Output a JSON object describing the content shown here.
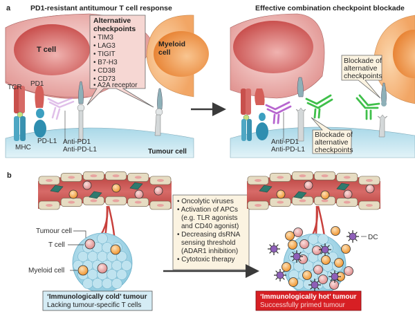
{
  "panel_a": {
    "letter": "a",
    "left_title": "PD1-resistant antitumour T cell response",
    "right_title": "Effective combination checkpoint blockade",
    "t_cell_label": "T cell",
    "myeloid_label_line1": "Myeloid",
    "myeloid_label_line2": "cell",
    "tumour_cell_label": "Tumour cell",
    "tcr_label": "TCR",
    "pd1_label": "PD1",
    "mhc_label": "MHC",
    "pdl1_label": "PD-L1",
    "anti_pd1_label": "Anti-PD1",
    "anti_pdl1_label": "Anti-PD-L1",
    "alt_checkpoints": {
      "title_line1": "Alternative",
      "title_line2": "checkpoints",
      "items": [
        "• TIM3",
        "• LAG3",
        "• TIGIT",
        "• B7-H3",
        "• CD38",
        "• CD73",
        "• A2A receptor"
      ]
    },
    "blockade_callout_top": [
      "Blockade of",
      "alternative",
      "checkpoints"
    ],
    "blockade_callout_bottom": [
      "Blockade of",
      "alternative",
      "checkpoints"
    ]
  },
  "panel_b": {
    "letter": "b",
    "tumour_cell_label": "Tumour cell",
    "t_cell_label": "T cell",
    "myeloid_cell_label": "Myeloid cell",
    "dc_label": "DC",
    "interventions": [
      "• Oncolytic viruses",
      "• Activation of APCs",
      "  (e.g. TLR agonists",
      "  and CD40 agonist)",
      "• Decreasing dsRNA",
      "  sensing threshold",
      "  (ADAR1 inhibition)",
      "• Cytotoxic therapy"
    ],
    "cold_box": {
      "title": "‘Immunologically cold’ tumour",
      "subtitle": "Lacking tumour-specific T cells"
    },
    "hot_box": {
      "title": "‘Immunologically hot’ tumour",
      "subtitle": "Successfully primed tumour"
    }
  },
  "colors": {
    "t_cell": "#e8a3a0",
    "t_cell_nucleus": "#d0605e",
    "myeloid": "#f4b27a",
    "myeloid_nucleus": "#ec8a3e",
    "tumour": "#c9e6ef",
    "callout_fill": "#fbf3e1",
    "alt_box_fill": "#f6d7d3",
    "cold_box_fill": "#d5ecf5",
    "hot_box_fill": "#d71f24",
    "antibody_purple": "#c78bd8",
    "antibody_green": "#3fbf4a",
    "vessel": "#c8524e",
    "endothelial": "#e6dcc2"
  }
}
